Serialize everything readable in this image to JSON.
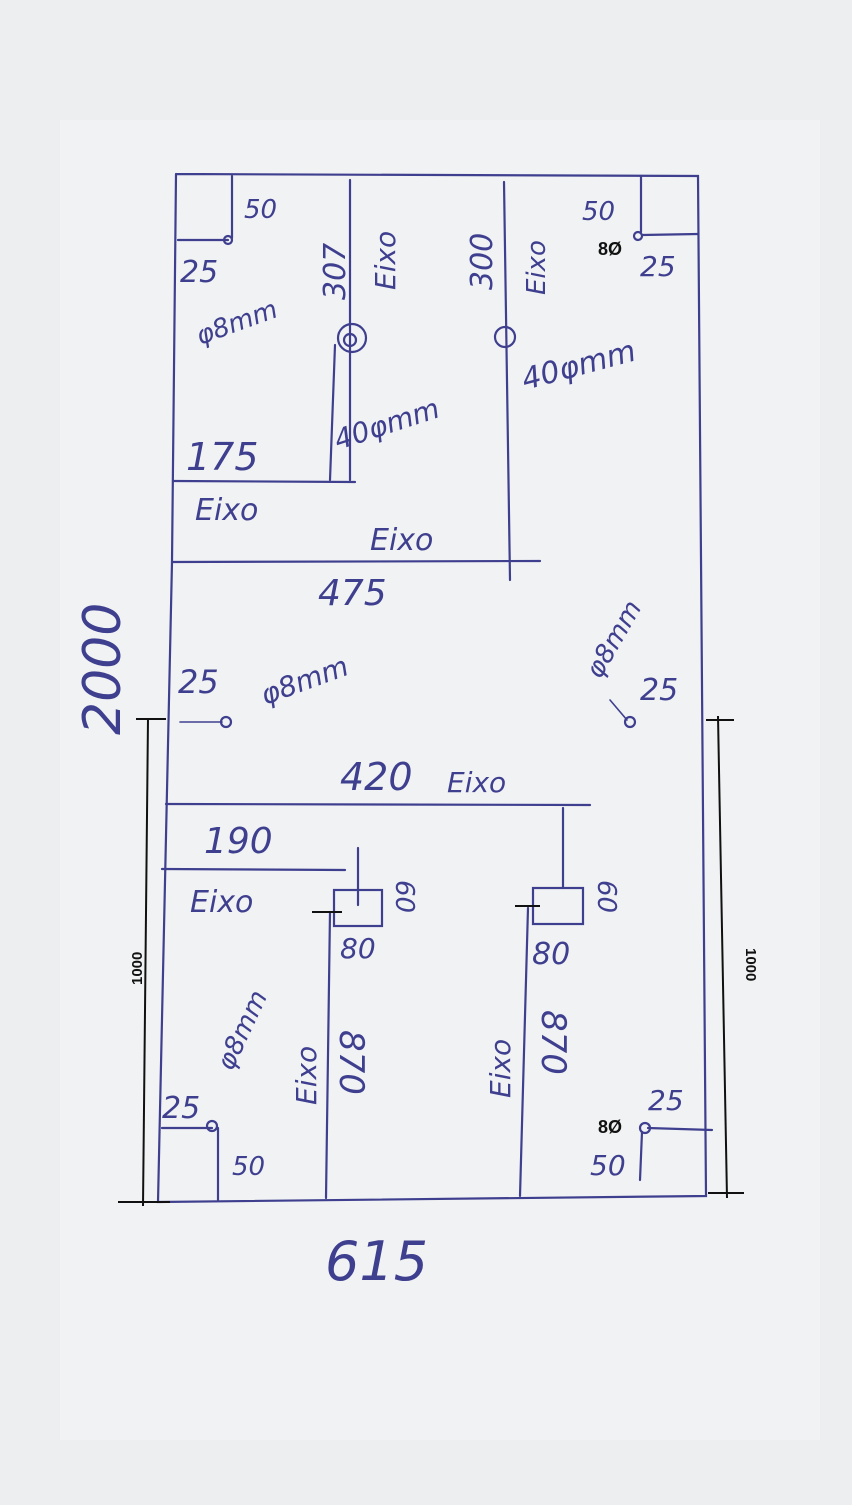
{
  "drawing": {
    "overall": {
      "width": "615",
      "height": "2000",
      "half_left": "1000",
      "half_right": "1000"
    },
    "top_section": {
      "offset_top_left": "50",
      "offset_side_left": "25",
      "drill_left": "φ8mm",
      "height_left": "175",
      "axis_left": "Eixo",
      "offset_top_mid": "307",
      "axis_mid": "Eixo",
      "hole_mid": "40φmm",
      "offset_top_right": "300",
      "axis_right_vertical": "Eixo",
      "hole_right": "40φmm",
      "offset_top_right_corner": "50",
      "offset_side_right": "25",
      "diam_right": "8Ø",
      "axis_center": "Eixo",
      "span": "475"
    },
    "middle_section": {
      "left_offset": "25",
      "left_drill": "φ8mm",
      "right_offset": "25",
      "right_drill": "φ8mm",
      "span": "420",
      "axis": "Eixo"
    },
    "bottom_section": {
      "span_left": "190",
      "axis_left": "Eixo",
      "box1_h": "60",
      "box1_w": "80",
      "box2_h": "60",
      "box2_w": "80",
      "axis_v1": "Eixo",
      "len1": "870",
      "axis_v2": "Eixo",
      "len2": "870",
      "drill_left": "φ8mm",
      "left_offset": "25",
      "left_bottom": "50",
      "right_offset": "25",
      "right_bottom": "50",
      "diam_right": "8Ø"
    }
  }
}
